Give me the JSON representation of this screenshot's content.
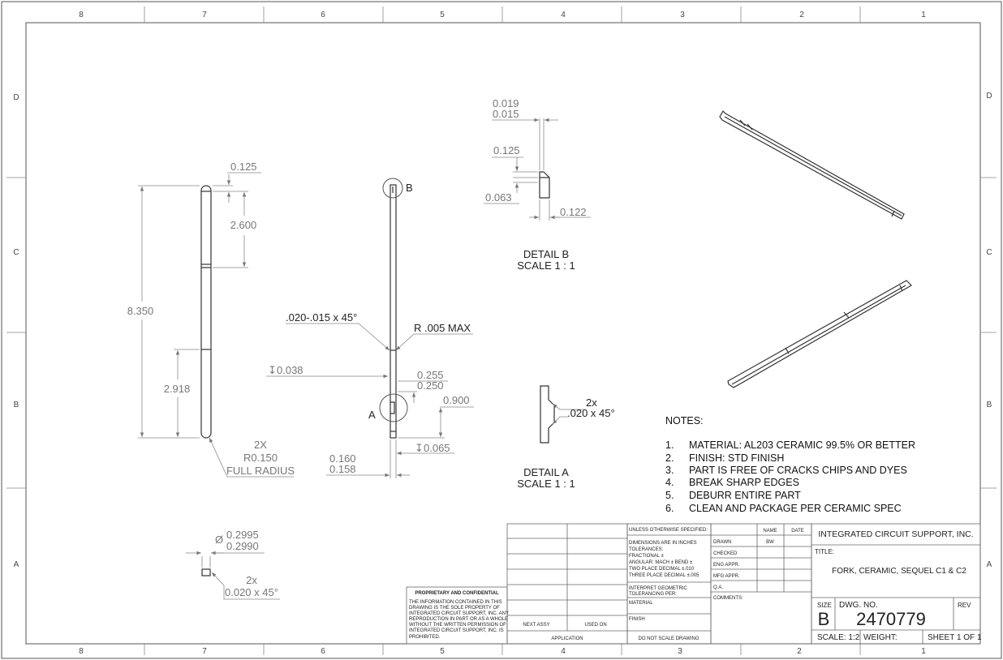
{
  "zones": {
    "columns": [
      "8",
      "7",
      "6",
      "5",
      "4",
      "3",
      "2",
      "1"
    ],
    "rows": [
      "D",
      "C",
      "B",
      "A"
    ]
  },
  "main_view": {
    "dim_top": "0.125",
    "dim_mid": "2.600",
    "dim_overall": "8.350",
    "dim_lower": "2.918",
    "radius_qty": "2X",
    "radius_value": "R0.150",
    "radius_note": "FULL RADIUS"
  },
  "side_view": {
    "detail_b_marker": "B",
    "detail_a_marker": "A",
    "chamfer_callout": ".020-.015 x 45°",
    "radius_callout": "R .005 MAX",
    "depth_038": "0.038",
    "dim_255": "0.255",
    "dim_250": "0.250",
    "dim_900": "0.900",
    "depth_065": "0.065",
    "dim_160": "0.160",
    "dim_158": "0.158"
  },
  "detail_b": {
    "dim_019": "0.019",
    "dim_015": "0.015",
    "dim_125": "0.125",
    "dim_063": "0.063",
    "dim_122": "0.122",
    "title": "DETAIL B",
    "scale": "SCALE 1 : 1"
  },
  "detail_a": {
    "chamfer_qty": "2x",
    "chamfer": ".020 x 45°",
    "title": "DETAIL A",
    "scale": "SCALE 1 : 1"
  },
  "end_view": {
    "dia_sym": "Ø",
    "dia_upper": "0.2995",
    "dia_lower": "0.2990",
    "chamfer_qty": "2x",
    "chamfer": "0.020 x 45°"
  },
  "notes": {
    "heading": "NOTES:",
    "items": [
      {
        "num": "1.",
        "text": "MATERIAL:  AL203 CERAMIC 99.5% OR BETTER"
      },
      {
        "num": "2.",
        "text": "FINISH:  STD FINISH"
      },
      {
        "num": "3.",
        "text": "PART IS FREE OF CRACKS CHIPS AND DYES"
      },
      {
        "num": "4.",
        "text": "BREAK SHARP EDGES"
      },
      {
        "num": "5.",
        "text": "DEBURR ENTIRE PART"
      },
      {
        "num": "6.",
        "text": "CLEAN AND PACKAGE PER CERAMIC SPEC"
      }
    ]
  },
  "title_block": {
    "proprietary_title": "PROPRIETARY AND CONFIDENTIAL",
    "proprietary_lines": [
      "THE INFORMATION CONTAINED IN THIS",
      "DRAWING IS THE SOLE PROPERTY OF",
      "INTEGRATED CIRCUIT SUPPORT, INC.  ANY",
      "REPRODUCTION IN PART OR AS A WHOLE",
      "WITHOUT THE WRITTEN PERMISSION OF",
      "INTEGRATED CIRCUIT SUPPORT, INC. IS",
      "PROHIBITED."
    ],
    "next_assy": "NEXT ASSY",
    "used_on": "USED ON",
    "application": "APPLICATION",
    "unless": "UNLESS OTHERWISE SPECIFIED:",
    "tolerance_lines": [
      "DIMENSIONS ARE IN INCHES",
      "TOLERANCES:",
      "FRACTIONAL ±",
      "ANGULAR: MACH ±   BEND ±",
      "TWO PLACE DECIMAL   ±.010",
      "THREE PLACE DECIMAL  ±.005"
    ],
    "interpret_lines": [
      "INTERPRET GEOMETRIC",
      "TOLERANCING PER:"
    ],
    "material": "MATERIAL",
    "finish": "FINISH",
    "do_not_scale": "DO NOT SCALE DRAWING",
    "name_hdr": "NAME",
    "date_hdr": "DATE",
    "drawn": "DRAWN",
    "drawn_name": "BW",
    "checked": "CHECKED",
    "eng_appr": "ENG APPR.",
    "mfg_appr": "MFG APPR.",
    "qa": "Q.A.",
    "comments": "COMMENTS:",
    "company": "INTEGRATED CIRCUIT SUPPORT, INC.",
    "title_label": "TITLE:",
    "title_value": "FORK, CERAMIC, SEQUEL C1 & C2",
    "size_label": "SIZE",
    "size_value": "B",
    "dwg_label": "DWG.  NO.",
    "dwg_value": "2470779",
    "rev_label": "REV",
    "scale": "SCALE: 1:2",
    "weight": "WEIGHT:",
    "sheet": "SHEET 1 OF 1"
  }
}
